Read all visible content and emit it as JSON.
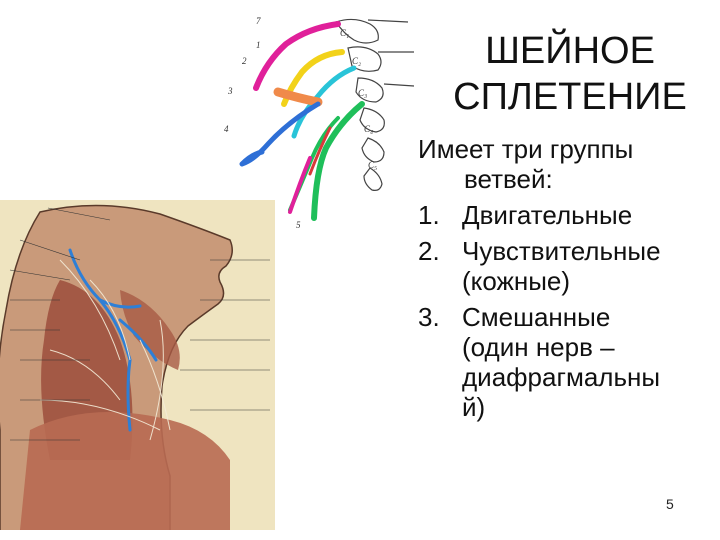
{
  "slide": {
    "title_line1": "ШЕЙНОЕ",
    "title_line2": "СПЛЕТЕНИЕ",
    "intro_line1": "Имеет три группы",
    "intro_line2": "ветвей:",
    "items": [
      {
        "number": "1.",
        "lines": [
          "Двигательные"
        ]
      },
      {
        "number": "2.",
        "lines": [
          "Чувствительные",
          "(кожные)"
        ]
      },
      {
        "number": "3.",
        "lines": [
          "Смешанные",
          "(один нерв –",
          "диафрагмальны",
          "й)"
        ]
      }
    ],
    "page_number": "5"
  },
  "colors": {
    "magenta": "#e0209a",
    "yellow": "#f2d21a",
    "cyan": "#29c4d8",
    "green": "#1fbf5a",
    "blue": "#2e6fd6",
    "orange": "#f08a4a",
    "skin": "#c99a7a",
    "muscle": "#9c4e3c"
  }
}
